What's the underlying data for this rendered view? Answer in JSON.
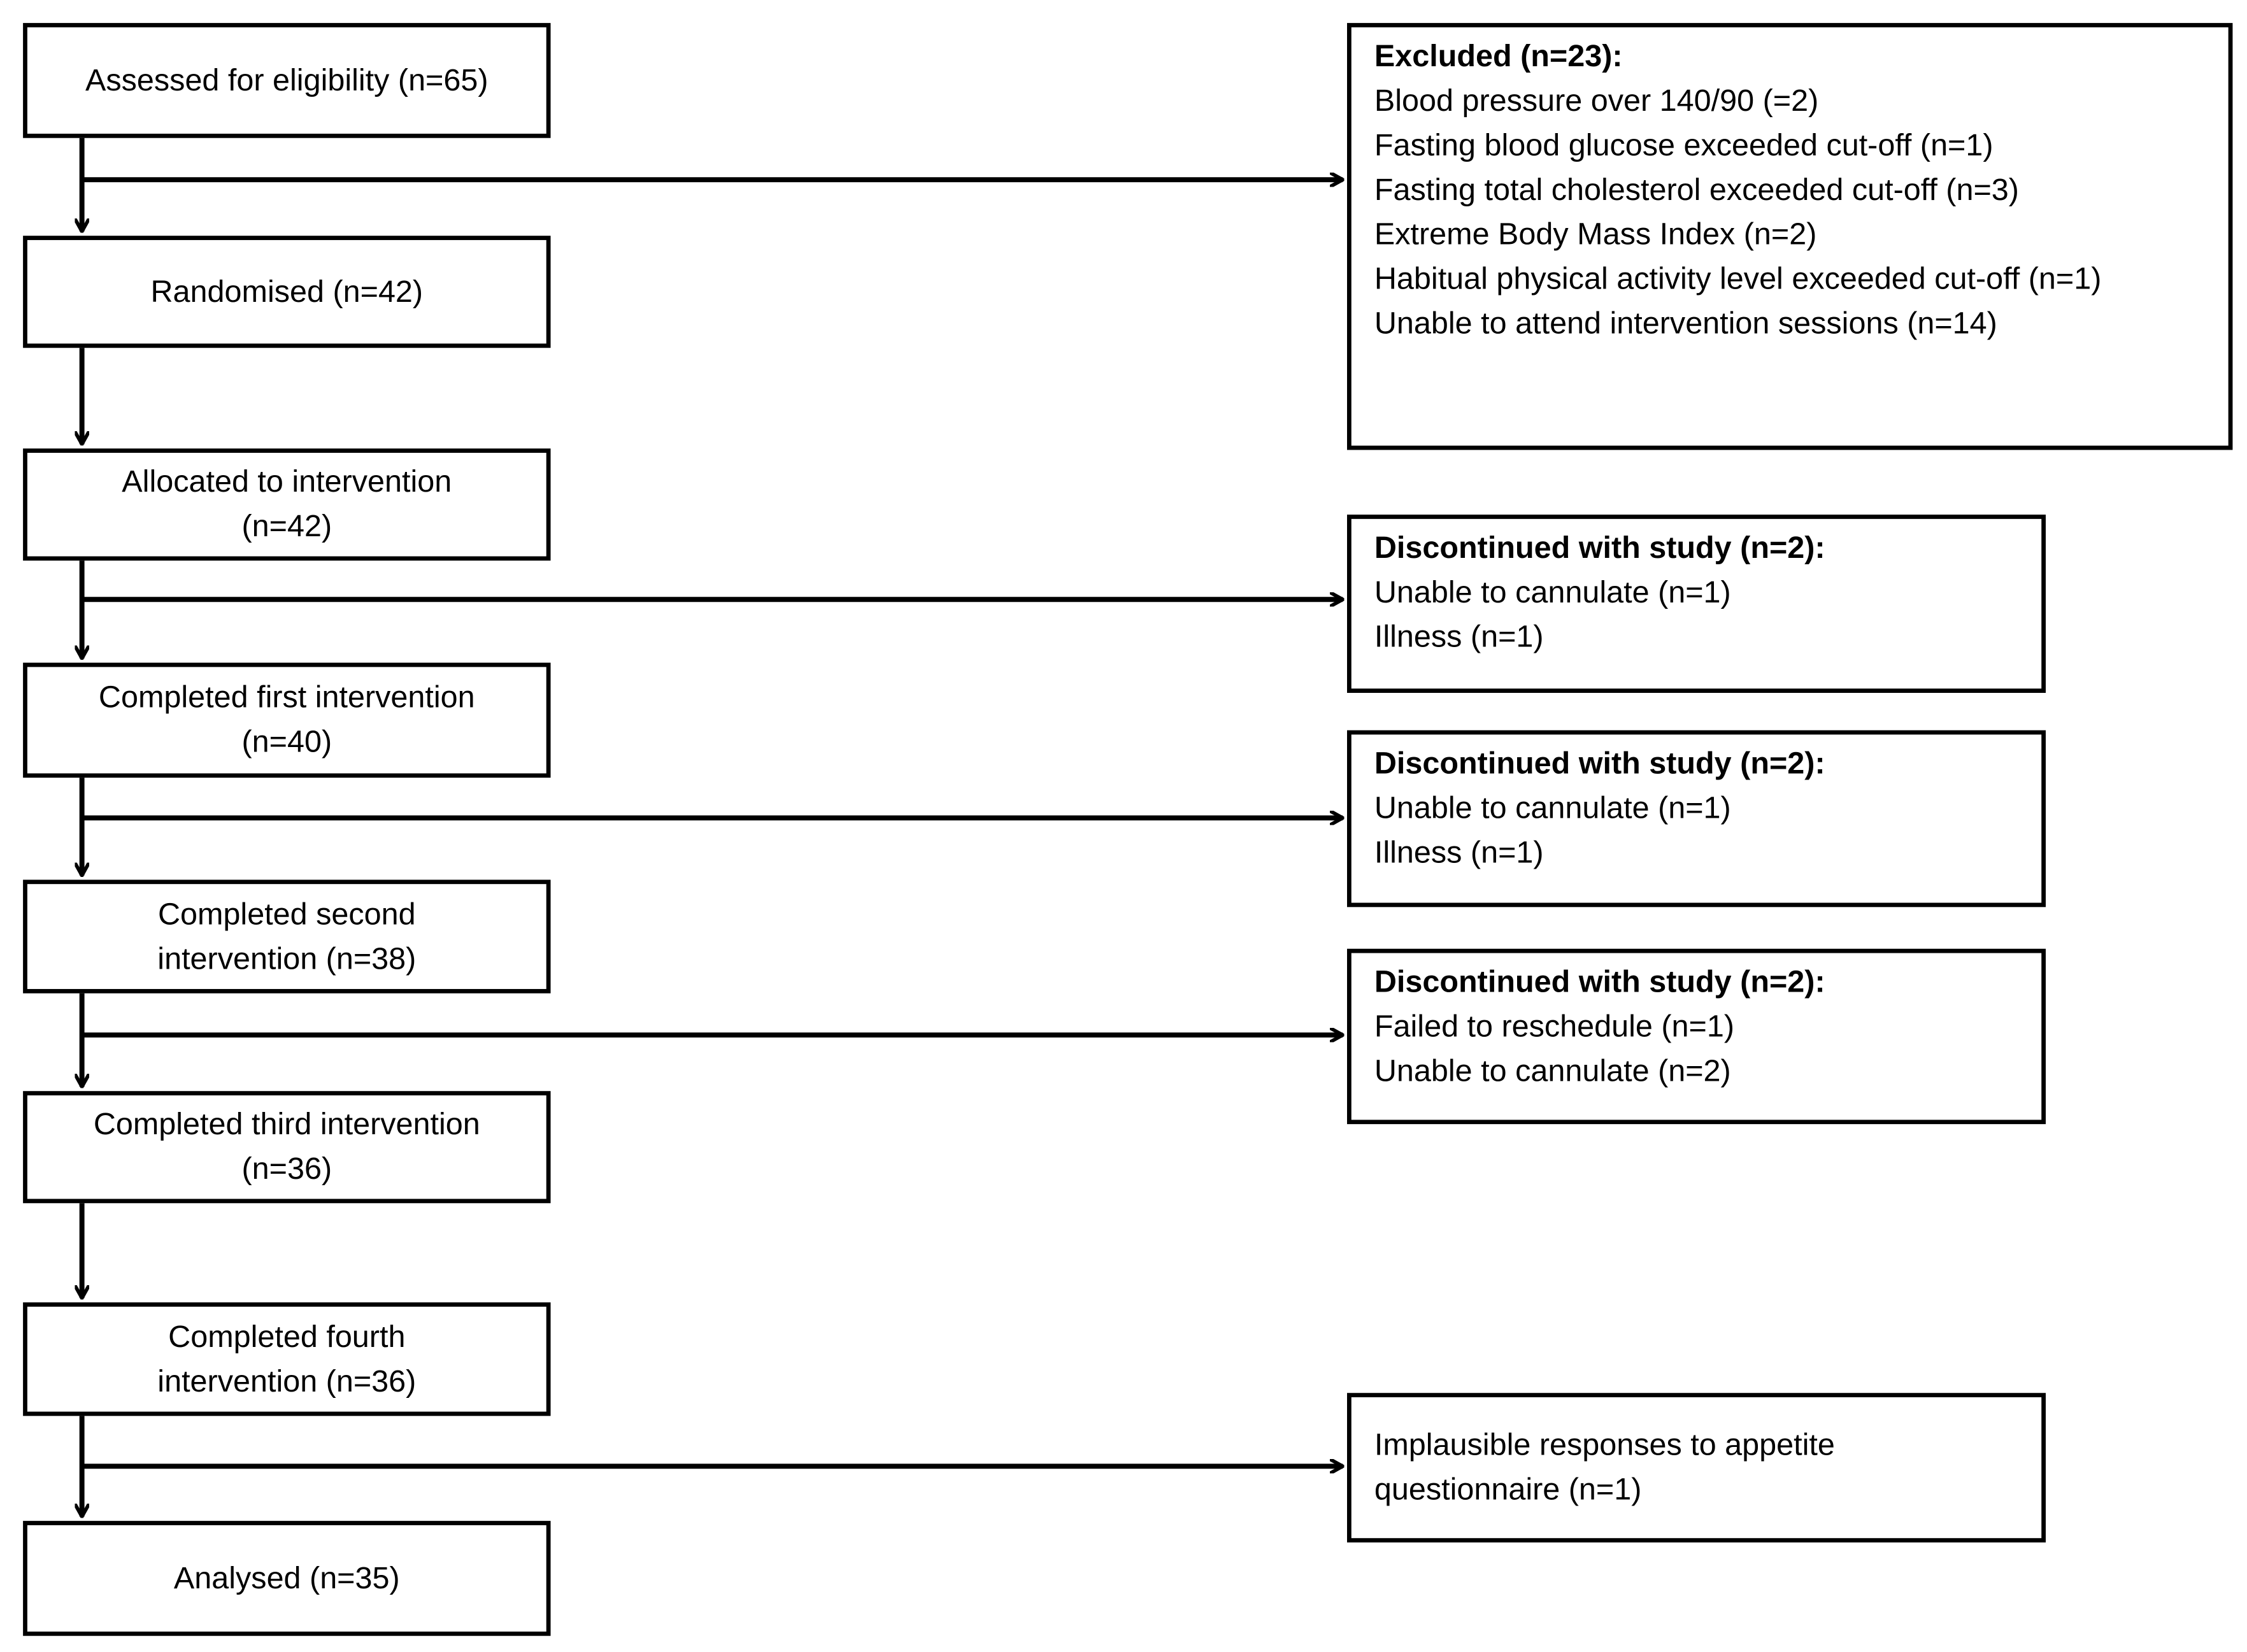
{
  "flow": [
    {
      "label": "Assessed for eligibility (n=65)"
    },
    {
      "label": "Randomised (n=42)"
    },
    {
      "label": "Allocated to intervention (n=42)"
    },
    {
      "label": "Completed first intervention (n=40)"
    },
    {
      "label": "Completed second intervention (n=38)"
    },
    {
      "label": "Completed third intervention (n=36)"
    },
    {
      "label": "Completed fourth intervention (n=36)"
    },
    {
      "label": "Analysed (n=35)"
    }
  ],
  "side": [
    {
      "title": "Excluded (n=23):",
      "lines": [
        "Blood pressure over 140/90 (=2)",
        "Fasting blood glucose exceeded cut-off (n=1)",
        "Fasting total cholesterol exceeded cut-off (n=3)",
        "Extreme Body Mass Index (n=2)",
        "Habitual physical activity level exceeded cut-off (n=1)",
        "Unable to attend intervention sessions (n=14)"
      ]
    },
    {
      "title": "Discontinued with study (n=2):",
      "lines": [
        "Unable to cannulate (n=1)",
        "Illness (n=1)"
      ]
    },
    {
      "title": "Discontinued with study (n=2):",
      "lines": [
        "Unable to cannulate (n=1)",
        "Illness (n=1)"
      ]
    },
    {
      "title": "Discontinued with study (n=2):",
      "lines": [
        "Failed to reschedule (n=1)",
        "Unable to cannulate (n=2)"
      ]
    },
    {
      "title": "",
      "lines": [
        "Implausible responses to appetite questionnaire (n=1)"
      ]
    }
  ]
}
